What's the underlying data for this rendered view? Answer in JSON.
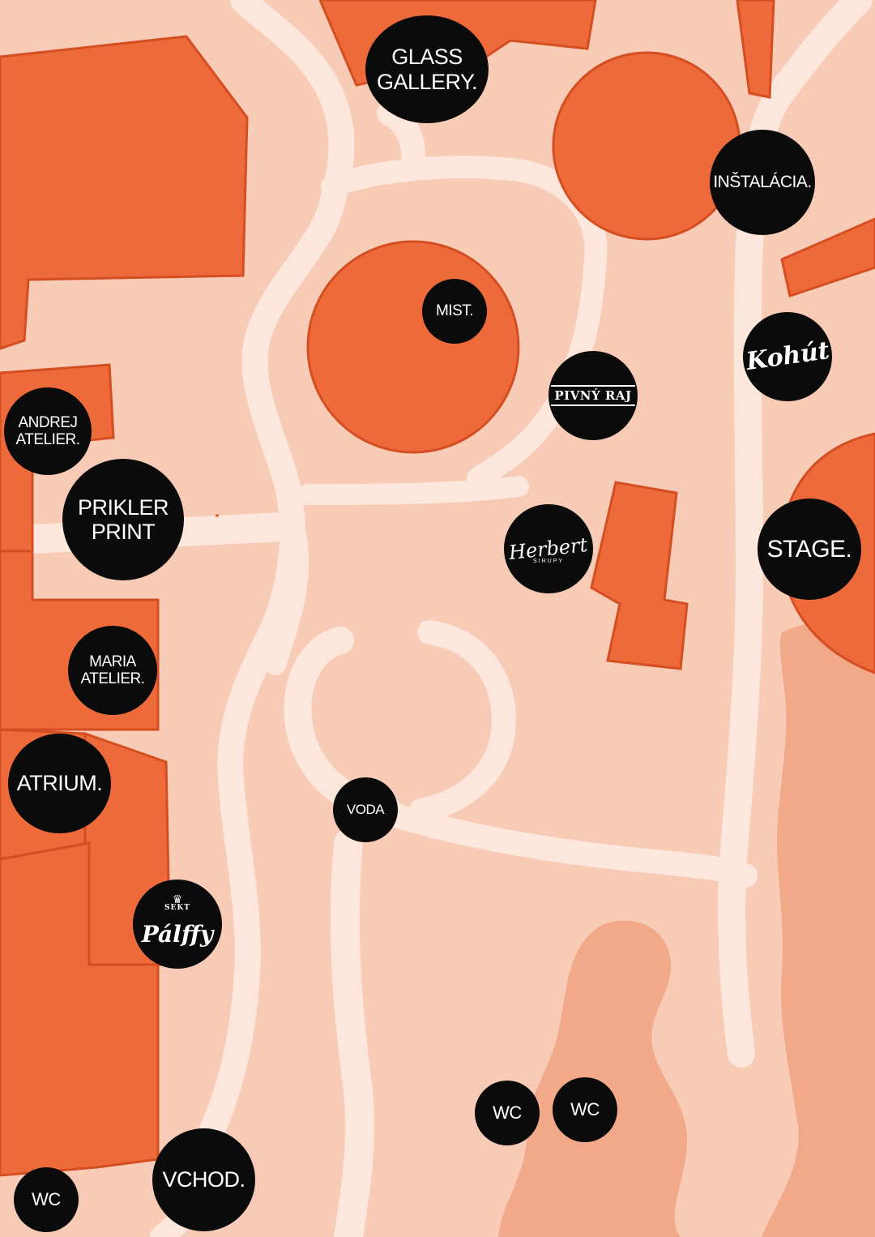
{
  "colors": {
    "ground": "#f7cbb6",
    "path": "#fde6dc",
    "building": "#ee6a3a",
    "building_edge": "#d44e22",
    "greenery": "#f2a98a",
    "marker": "#0b0b0b",
    "marker_text": "#ffffff"
  },
  "locations": [
    {
      "id": "glass-gallery",
      "label": "GLASS\nGALLERY."
    },
    {
      "id": "instalacia",
      "label": "INŠTALÁCIA."
    },
    {
      "id": "mist",
      "label": "MIST."
    },
    {
      "id": "kohut",
      "label": "Kohút",
      "icon": "kohut-logo-icon"
    },
    {
      "id": "pivny-raj",
      "label": "PIVNÝ RAJ",
      "icon": "pivny-raj-logo-icon"
    },
    {
      "id": "andrej-atelier",
      "label": "ANDREJ\nATELIER."
    },
    {
      "id": "prikler-print",
      "label": "PRIKLER\nPRINT"
    },
    {
      "id": "herbert",
      "label": "Herbert",
      "sub": "SIRUPY",
      "icon": "herbert-logo-icon"
    },
    {
      "id": "stage",
      "label": "STAGE."
    },
    {
      "id": "maria-atelier",
      "label": "MARIA\nATELIER."
    },
    {
      "id": "atrium",
      "label": "ATRIUM."
    },
    {
      "id": "voda",
      "label": "VODA"
    },
    {
      "id": "palffy",
      "label": "Pálffy",
      "sub": "SEKT",
      "icon": "palffy-logo-icon"
    },
    {
      "id": "wc-center-left",
      "label": "WC"
    },
    {
      "id": "wc-center-right",
      "label": "WC"
    },
    {
      "id": "vchod",
      "label": "VCHOD."
    },
    {
      "id": "wc-bottom-left",
      "label": "WC"
    }
  ]
}
